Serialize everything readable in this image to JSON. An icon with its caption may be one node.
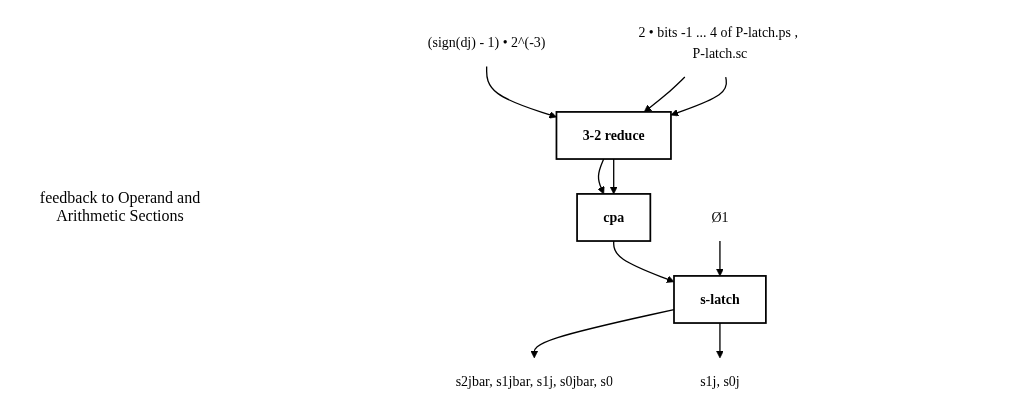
{
  "diagram": {
    "nodes": [
      {
        "text": [
          "(sign(dj) - 1) • 2^(-3)"
        ]
      },
      {
        "text": [
          "2 • bits -1 ... 4 of P-latch.ps , P-latch.sc"
        ]
      },
      {
        "text": [
          "3-2 reduce"
        ]
      },
      {
        "text": [
          "cpa"
        ]
      },
      {
        "text": [
          "s-latch"
        ]
      },
      {
        "text": [
          "Ø1"
        ]
      },
      {
        "text": [
          "s2jbar, s1jbar, s1j, s0jbar, s0"
        ]
      },
      {
        "text": [
          "s1j, s0j"
        ]
      }
    ],
    "edges": [
      {
        "from": 0,
        "to": 2,
        "arrow": "to"
      },
      {
        "from": 1,
        "to": 2,
        "arrow": "to"
      },
      {
        "from": 1,
        "to": 2,
        "arrow": "to"
      },
      {
        "from": 2,
        "to": 3,
        "arrow": "to"
      },
      {
        "from": 2,
        "to": 3,
        "arrow": "to"
      },
      {
        "from": 3,
        "to": 4,
        "arrow": "to"
      },
      {
        "from": 5,
        "to": 4,
        "arrow": "to"
      },
      {
        "from": 4,
        "to": 6,
        "arrow": "to"
      },
      {
        "from": 4,
        "to": 7,
        "arrow": "to"
      }
    ],
    "labels": [
      "feedback to Operand and Arithmetic Sections"
    ]
  }
}
